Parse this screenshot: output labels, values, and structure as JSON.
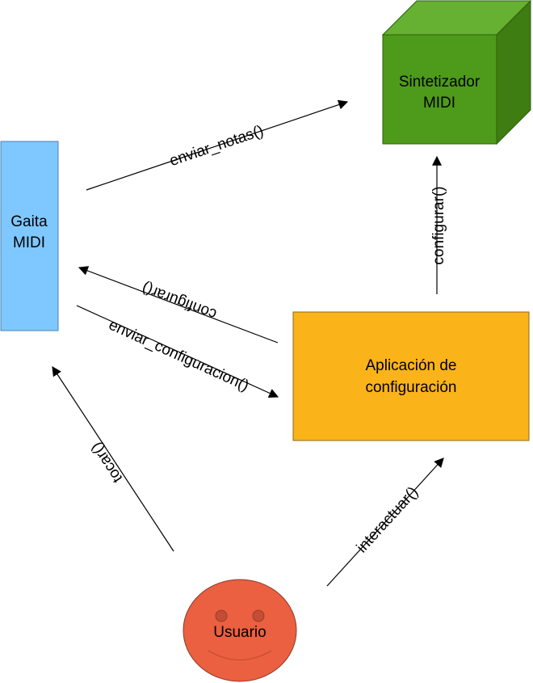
{
  "nodes": {
    "gaita": {
      "line1": "Gaita",
      "line2": "MIDI",
      "fill": "#7fc8ff",
      "stroke": "#4a7fb0"
    },
    "sintetizador": {
      "line1": "Sintetizador",
      "line2": "MIDI",
      "front_fill": "#4e9a1a",
      "top_fill": "#66b032",
      "side_fill": "#3e7d12",
      "stroke": "#2f5f0c"
    },
    "aplicacion": {
      "line1": "Aplicación de",
      "line2": "configuración",
      "fill": "#fbb31a",
      "stroke": "#8a6a20"
    },
    "usuario": {
      "label": "Usuario",
      "fill": "#ea6040",
      "stroke": "#8b3a28",
      "eye_fill": "#c44d33"
    }
  },
  "edges": {
    "enviar_notas": "enviar_notas()",
    "configurar_gaita": "configurar()",
    "enviar_configuracion": "enviar_configuracion()",
    "configurar_sintetizador": "configurar()",
    "tocar": "tocar()",
    "interactuar": "interactuar()"
  }
}
